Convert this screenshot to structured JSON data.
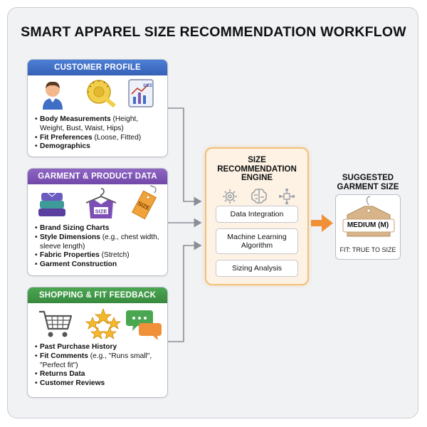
{
  "title": "SMART APPAREL SIZE RECOMMENDATION WORKFLOW",
  "colors": {
    "customer": "#3f6fc5",
    "garment": "#8257b5",
    "shopping": "#3f9a45",
    "arrow": "#f0913a",
    "engine_border": "#f1c07a"
  },
  "panels": {
    "customer": {
      "header": "CUSTOMER PROFILE",
      "icons": [
        "person-icon",
        "tape-measure-icon",
        "size-chart-icon"
      ],
      "items": [
        {
          "bold": "Body Measurements",
          "rest": " (Height, Weight, Bust, Waist, Hips)"
        },
        {
          "bold": "Fit Preferences",
          "rest": " (Loose, Fitted)"
        },
        {
          "bold": "Demographics",
          "rest": ""
        }
      ]
    },
    "garment": {
      "header": "GARMENT & PRODUCT DATA",
      "icons": [
        "folded-clothes-icon",
        "hanger-icon",
        "size-tag-icon"
      ],
      "icon_text": {
        "hanger": "SIZE",
        "tag": "SIZE"
      },
      "items": [
        {
          "bold": "Brand Sizing Charts",
          "rest": ""
        },
        {
          "bold": "Style Dimensions",
          "rest": " (e.g., chest width, sleeve length)"
        },
        {
          "bold": "Fabric Properties",
          "rest": " (Stretch)"
        },
        {
          "bold": "Garment Construction",
          "rest": ""
        }
      ]
    },
    "shopping": {
      "header": "SHOPPING & FIT FEEDBACK",
      "icons": [
        "shopping-cart-icon",
        "stars-icon",
        "chat-bubbles-icon"
      ],
      "items": [
        {
          "bold": "Past Purchase History",
          "rest": ""
        },
        {
          "bold": "Fit Comments",
          "rest": " (e.g., \"Runs small\", \"Perfect fit\")"
        },
        {
          "bold": "Returns Data",
          "rest": ""
        },
        {
          "bold": "Customer Reviews",
          "rest": ""
        }
      ]
    }
  },
  "engine": {
    "title_line1": "SIZE",
    "title_line2": "RECOMMENDATION",
    "title_line3": "ENGINE",
    "icons": [
      "gear-icon",
      "brain-icon",
      "network-icon"
    ],
    "steps": [
      "Data Integration",
      "Machine Learning Algorithm",
      "Sizing Analysis"
    ]
  },
  "output": {
    "title_line1": "SUGGESTED",
    "title_line2": "GARMENT SIZE",
    "tag_label": "MEDIUM (M)",
    "fit": "FIT: TRUE TO SIZE"
  }
}
